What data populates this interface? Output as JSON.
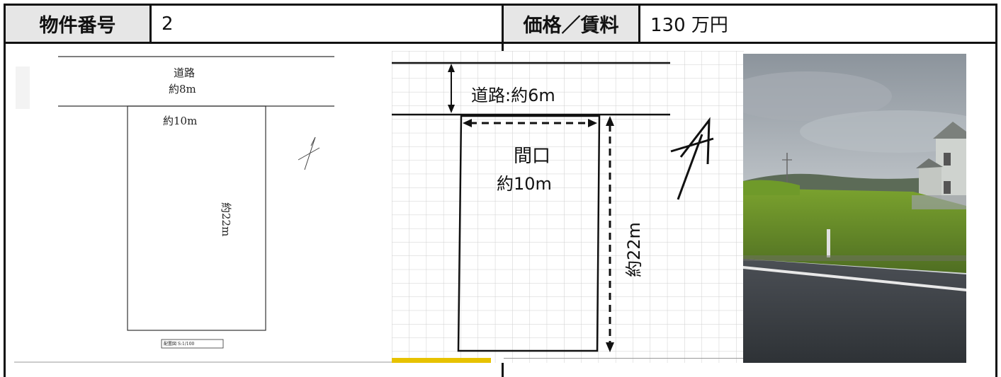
{
  "header": {
    "property_no_label": "物件番号",
    "property_no_value": "2",
    "price_label": "価格／賃料",
    "price_value": "130 万円"
  },
  "plan_left": {
    "road_label": "道路",
    "road_width": "約8m",
    "frontage": "約10m",
    "depth": "約22m",
    "scale_note": "配置図 S:1/100"
  },
  "plan_middle": {
    "road": "道路:約6m",
    "frontage_label": "間口",
    "frontage_value": "約10m",
    "depth": "約22m"
  }
}
